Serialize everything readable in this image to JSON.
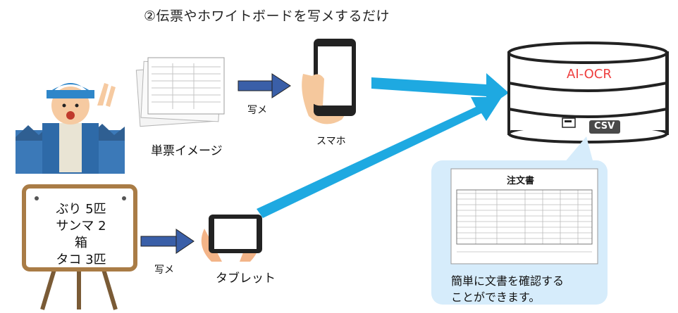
{
  "title": "②伝票やホワイトボードを写メするだけ",
  "captions": {
    "slip_image": "単票イメージ",
    "smartphone": "スマホ",
    "tablet": "タブレット",
    "photo_top": "写メ",
    "photo_bottom": "写メ"
  },
  "database": {
    "label": "AI-OCR",
    "file_label": "CSV"
  },
  "whiteboard": {
    "lines": [
      "ぶり 5匹",
      "サンマ 2",
      "箱",
      "タコ 3匹"
    ]
  },
  "document_preview": {
    "title": "注文書",
    "caption_lines": [
      "簡単に文書を確認する",
      "ことができます。"
    ]
  },
  "colors": {
    "arrow_blue": "#1ea9e1",
    "block_arrow": "#3a5fa8",
    "bubble_bg": "#d6ecfb",
    "ai_ocr_text": "#ee3e3e"
  }
}
